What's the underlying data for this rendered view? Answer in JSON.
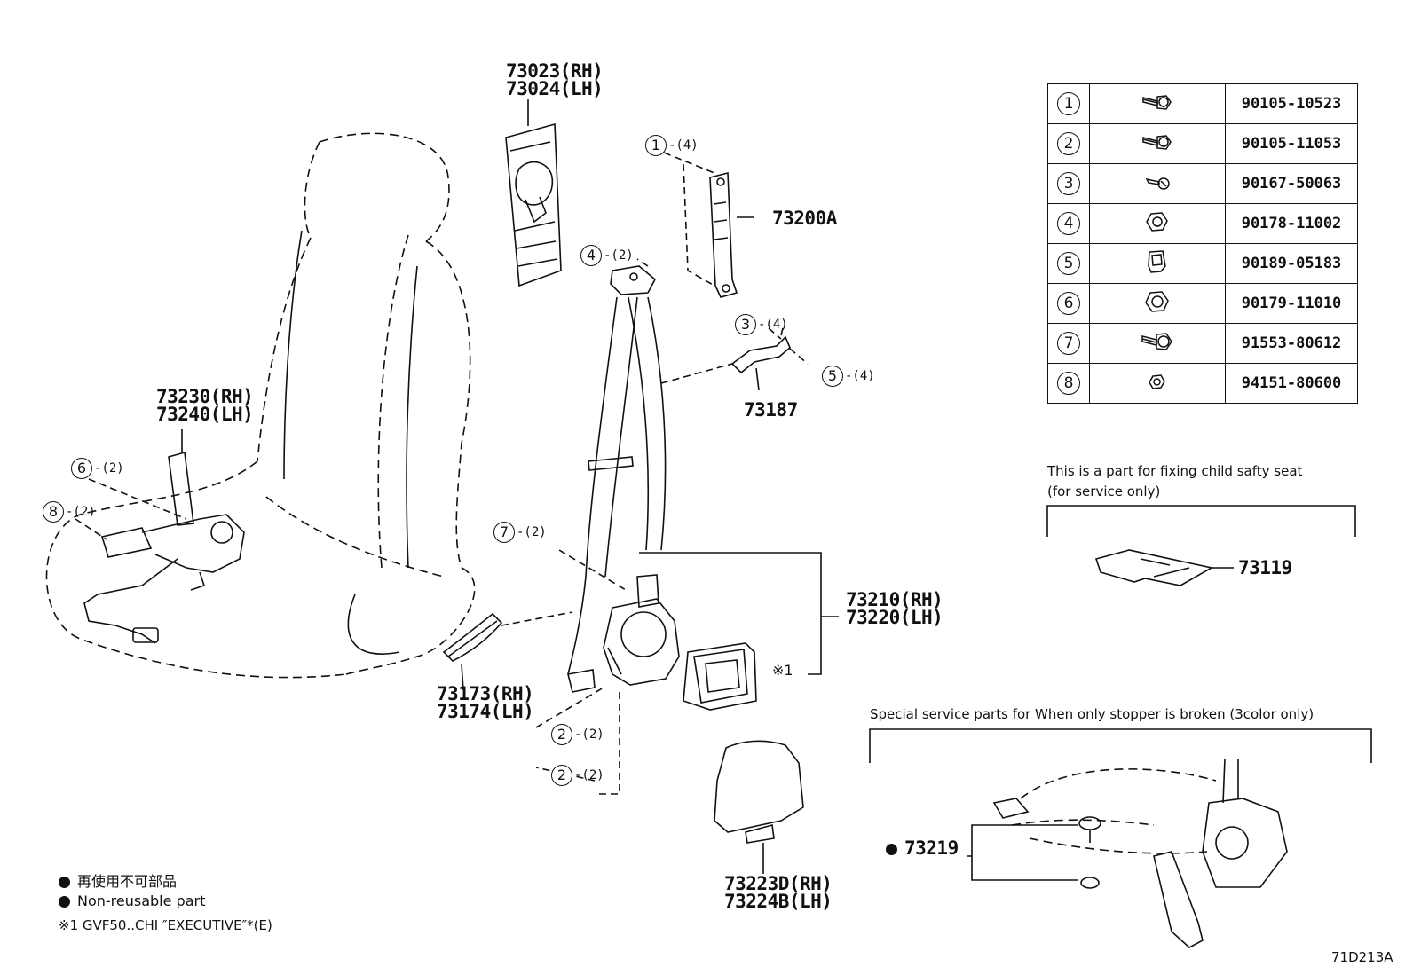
{
  "part_labels": {
    "p73023": "73023(RH)",
    "p73024": "73024(LH)",
    "p73200A": "73200A",
    "p73187": "73187",
    "p73230": "73230(RH)",
    "p73240": "73240(LH)",
    "p73210": "73210(RH)",
    "p73220": "73220(LH)",
    "p73173": "73173(RH)",
    "p73174": "73174(LH)",
    "p73223D": "73223D(RH)",
    "p73224B": "73224B(LH)",
    "p73119": "73119",
    "p73219": "73219",
    "ref1": "※1",
    "diagram_code": "71D213A"
  },
  "callouts": [
    {
      "num": "1",
      "qty": "-(4)"
    },
    {
      "num": "4",
      "qty": "-(2)"
    },
    {
      "num": "3",
      "qty": "-(4)"
    },
    {
      "num": "5",
      "qty": "-(4)"
    },
    {
      "num": "6",
      "qty": "-(2)"
    },
    {
      "num": "8",
      "qty": "-(2)"
    },
    {
      "num": "7",
      "qty": "-(2)"
    },
    {
      "num": "2",
      "qty": "-(2)"
    },
    {
      "num": "2",
      "qty": "-(2)"
    }
  ],
  "parts_table": [
    {
      "num": "1",
      "part": "90105-10523",
      "icon": "bolt-washer-icon"
    },
    {
      "num": "2",
      "part": "90105-11053",
      "icon": "bolt-washer-icon"
    },
    {
      "num": "3",
      "part": "90167-50063",
      "icon": "screw-icon"
    },
    {
      "num": "4",
      "part": "90178-11002",
      "icon": "nut-icon"
    },
    {
      "num": "5",
      "part": "90189-05183",
      "icon": "clip-nut-icon"
    },
    {
      "num": "6",
      "part": "90179-11010",
      "icon": "nut-icon"
    },
    {
      "num": "7",
      "part": "91553-80612",
      "icon": "bolt-washer-icon"
    },
    {
      "num": "8",
      "part": "94151-80600",
      "icon": "small-nut-icon"
    }
  ],
  "notes": {
    "child_seat_line1": "This is a part for fixing child safty seat",
    "child_seat_line2": "(for service only)",
    "special_service": "Special service parts for When only stopper is broken (3color only)",
    "legend_jp": "再使用不可部品",
    "legend_en": "Non-reusable part",
    "footnote": "※1 GVF50..CHI ″EXECUTIVE″*(E)"
  }
}
